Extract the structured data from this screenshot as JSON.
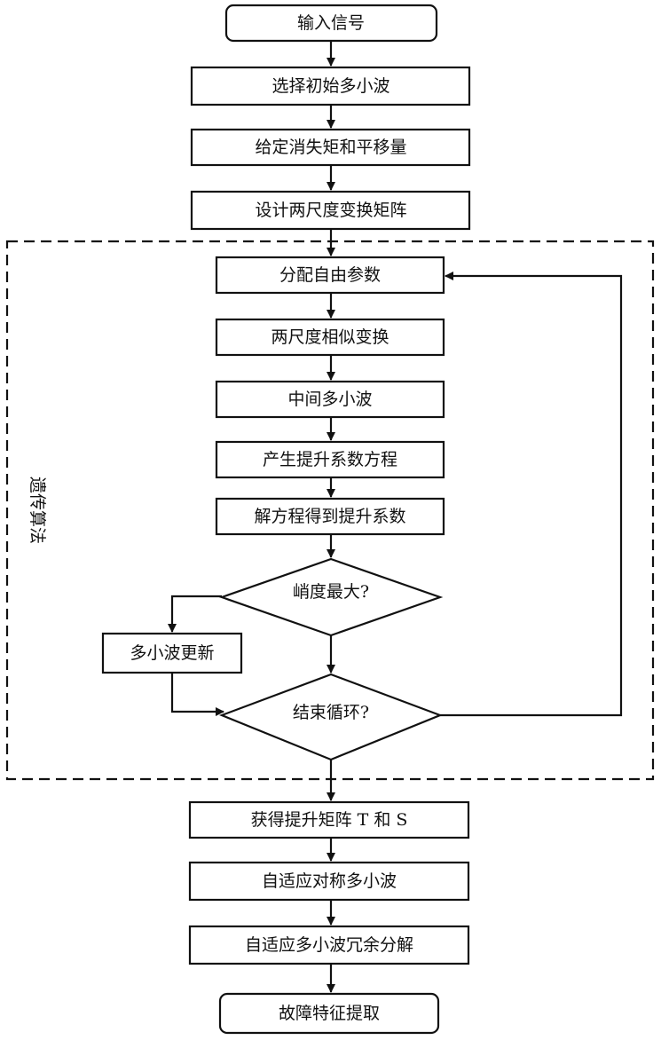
{
  "steps": {
    "input": "输入信号",
    "select_initial": "选择初始多小波",
    "vanishing_moment": "给定消失矩和平移量",
    "two_scale_matrix": "设计两尺度变换矩阵",
    "assign_params": "分配自由参数",
    "similarity_transform": "两尺度相似变换",
    "intermediate": "中间多小波",
    "generate_equations": "产生提升系数方程",
    "solve_equations": "解方程得到提升系数",
    "kurtosis_decision": "峭度最大?",
    "update_wavelet": "多小波更新",
    "end_loop_decision": "结束循环?",
    "lifting_matrix": "获得提升矩阵 T 和 S",
    "adaptive_symmetric": "自适应对称多小波",
    "redundant_decomposition": "自适应多小波冗余分解",
    "fault_extraction": "故障特征提取"
  },
  "group_label": "遗传算法"
}
